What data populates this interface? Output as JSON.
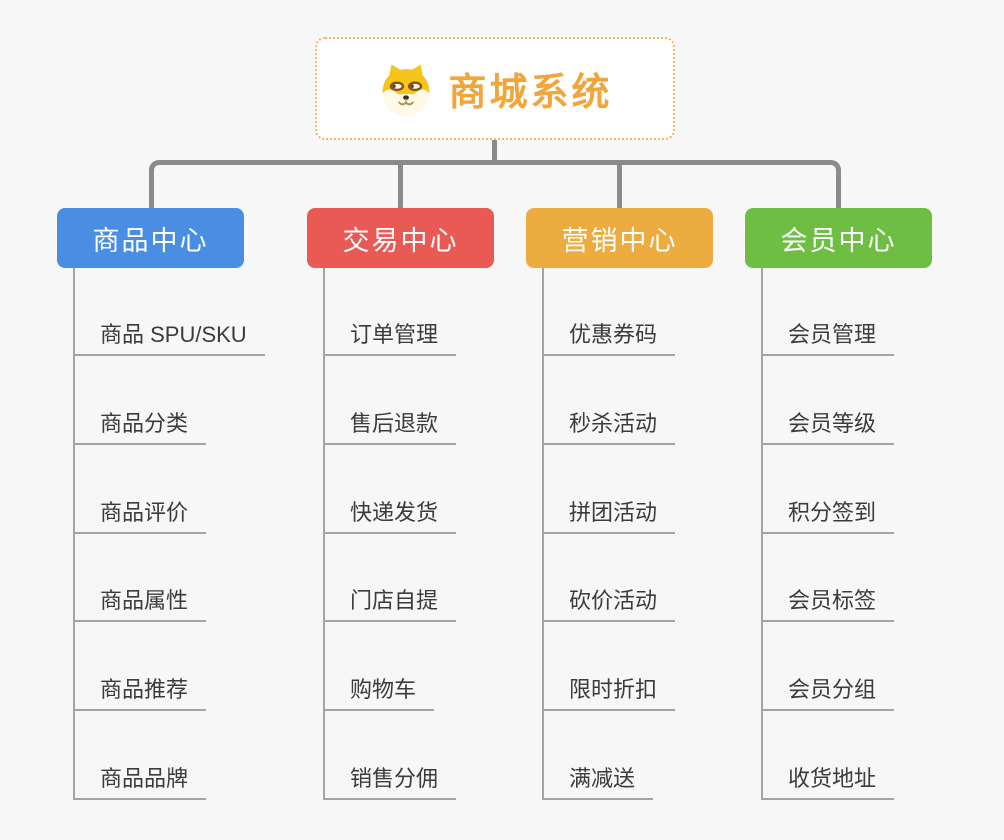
{
  "root": {
    "title": "商城系统",
    "icon": "shiba-dog-icon",
    "text_color": "#f0a63b",
    "border_color": "#f5b55f"
  },
  "palette": {
    "background": "#f7f7f7",
    "connector_gray": "#8b8b8b",
    "leaf_line_gray": "#a4a4a4",
    "leaf_text": "#3b3b3b"
  },
  "branches": [
    {
      "id": "product-center",
      "label": "商品中心",
      "color": "#4a8ee4",
      "children": [
        "商品 SPU/SKU",
        "商品分类",
        "商品评价",
        "商品属性",
        "商品推荐",
        "商品品牌"
      ]
    },
    {
      "id": "trade-center",
      "label": "交易中心",
      "color": "#e95a55",
      "children": [
        "订单管理",
        "售后退款",
        "快递发货",
        "门店自提",
        "购物车",
        "销售分佣"
      ]
    },
    {
      "id": "marketing-center",
      "label": "营销中心",
      "color": "#edac40",
      "children": [
        "优惠券码",
        "秒杀活动",
        "拼团活动",
        "砍价活动",
        "限时折扣",
        "满减送"
      ]
    },
    {
      "id": "member-center",
      "label": "会员中心",
      "color": "#6fbe44",
      "children": [
        "会员管理",
        "会员等级",
        "积分签到",
        "会员标签",
        "会员分组",
        "收货地址"
      ]
    }
  ]
}
